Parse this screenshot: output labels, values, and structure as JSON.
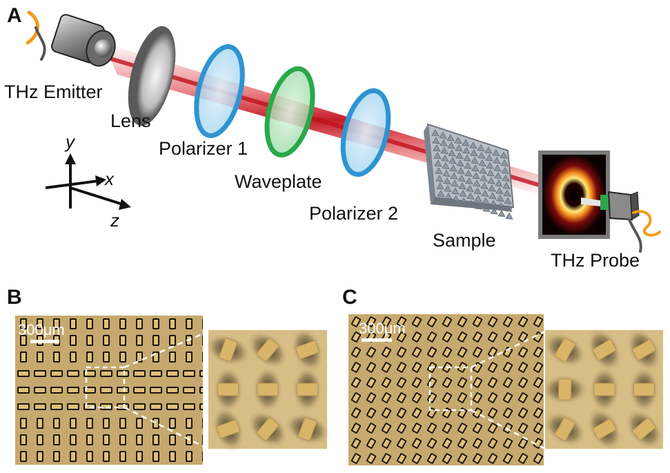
{
  "panels": {
    "a": "A",
    "b": "B",
    "c": "C"
  },
  "components": {
    "emitter": "THz Emitter",
    "lens": "Lens",
    "polarizer1": "Polarizer 1",
    "waveplate": "Waveplate",
    "polarizer2": "Polarizer 2",
    "sample": "Sample",
    "probe": "THz Probe"
  },
  "axes": {
    "x": "x",
    "y": "y",
    "z": "z"
  },
  "scale_bar": {
    "b": "300μm",
    "c": "300μm"
  },
  "colors": {
    "beam": "#d8222a",
    "lens": "#8a8a8a",
    "polarizer": "#3aa6de",
    "waveplate": "#2aa84a",
    "sample": "#a9b1b9",
    "cable_orange": "#f29a1a",
    "micrograph_bg": "#c9ac73",
    "pillar": "#d9b56a"
  },
  "icons": {
    "emitter": "thz-emitter-icon",
    "probe": "thz-probe-icon"
  }
}
